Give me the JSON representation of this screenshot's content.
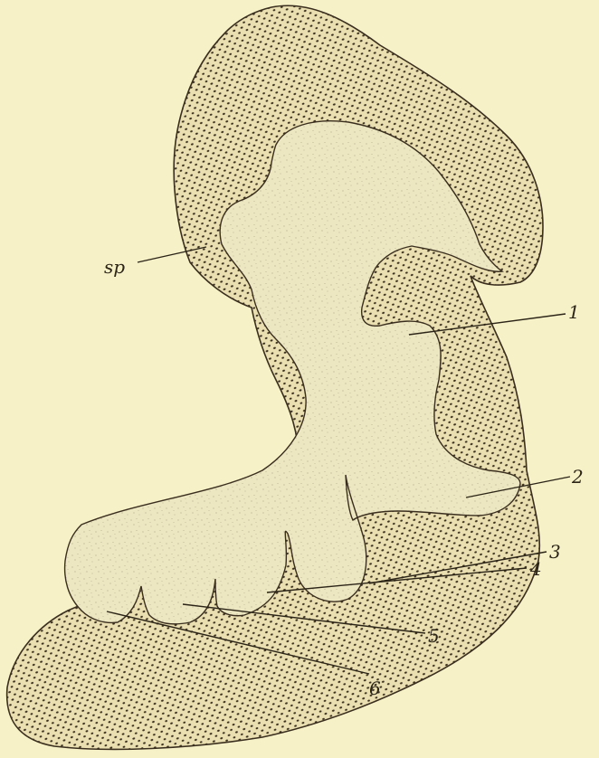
{
  "figure": {
    "colors": {
      "paper": "#f7f1c8",
      "outer_tissue": "#e9dfb0",
      "outer_dots": "#3a2e1e",
      "inner_cavity": "#ece6c1",
      "inner_stipple": "#8c8466",
      "outline": "#3a2e1e",
      "ink": "#2b2417"
    },
    "labels": {
      "sp": "sp",
      "l1": "1",
      "l2": "2",
      "l3": "3",
      "l4": "4",
      "l5": "5",
      "l6": "6"
    }
  }
}
